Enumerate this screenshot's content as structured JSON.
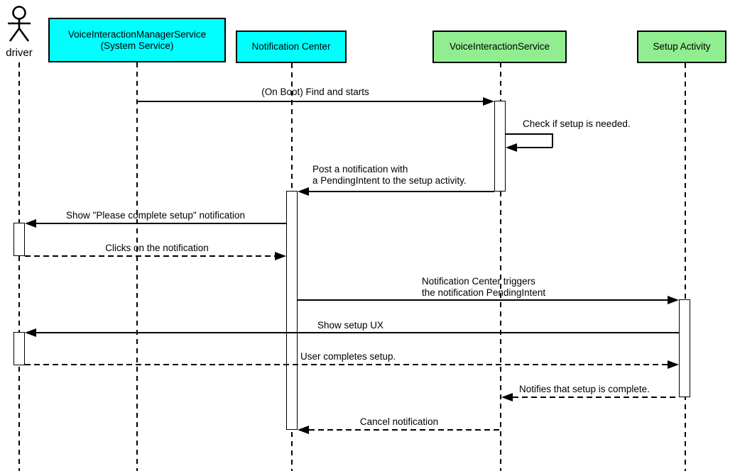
{
  "diagram": {
    "type": "uml-sequence-diagram",
    "background": "#ffffff",
    "line_color": "#000000"
  },
  "colors": {
    "system_service_fill": "#00ffff",
    "app_component_fill": "#90ee90",
    "activation_fill": "#ffffff",
    "stroke": "#000000"
  },
  "participants": [
    {
      "label": "driver",
      "type": "actor"
    },
    {
      "label": "VoiceInteractionManagerService\n(System Service)",
      "type": "object",
      "fill": "#00ffff"
    },
    {
      "label": "Notification Center",
      "type": "object",
      "fill": "#00ffff"
    },
    {
      "label": "VoiceInteractionService",
      "type": "object",
      "fill": "#90ee90"
    },
    {
      "label": "Setup Activity",
      "type": "object",
      "fill": "#90ee90"
    }
  ],
  "messages": [
    {
      "label": "(On Boot) Find and starts",
      "from": "VoiceInteractionManagerService (System Service)",
      "to": "VoiceInteractionService",
      "line": "solid"
    },
    {
      "label": "Check if setup is needed.",
      "from": "VoiceInteractionService",
      "to": "VoiceInteractionService",
      "line": "solid",
      "self_message": true
    },
    {
      "label": "Post a notification with\na PendingIntent to the setup activity.",
      "from": "VoiceInteractionService",
      "to": "Notification Center",
      "line": "solid"
    },
    {
      "label": "Show \"Please complete setup\" notification",
      "from": "Notification Center",
      "to": "driver",
      "line": "solid"
    },
    {
      "label": "Clicks on the notification",
      "from": "driver",
      "to": "Notification Center",
      "line": "dashed"
    },
    {
      "label": "Notification Center triggers\nthe notification PendingIntent",
      "from": "Notification Center",
      "to": "Setup Activity",
      "line": "solid"
    },
    {
      "label": "Show setup UX",
      "from": "Setup Activity",
      "to": "driver",
      "line": "solid"
    },
    {
      "label": "User completes setup.",
      "from": "driver",
      "to": "Setup Activity",
      "line": "dashed"
    },
    {
      "label": "Notifies that setup is complete.",
      "from": "Setup Activity",
      "to": "VoiceInteractionService",
      "line": "dashed"
    },
    {
      "label": "Cancel notification",
      "from": "VoiceInteractionService",
      "to": "Notification Center",
      "line": "dashed"
    }
  ]
}
